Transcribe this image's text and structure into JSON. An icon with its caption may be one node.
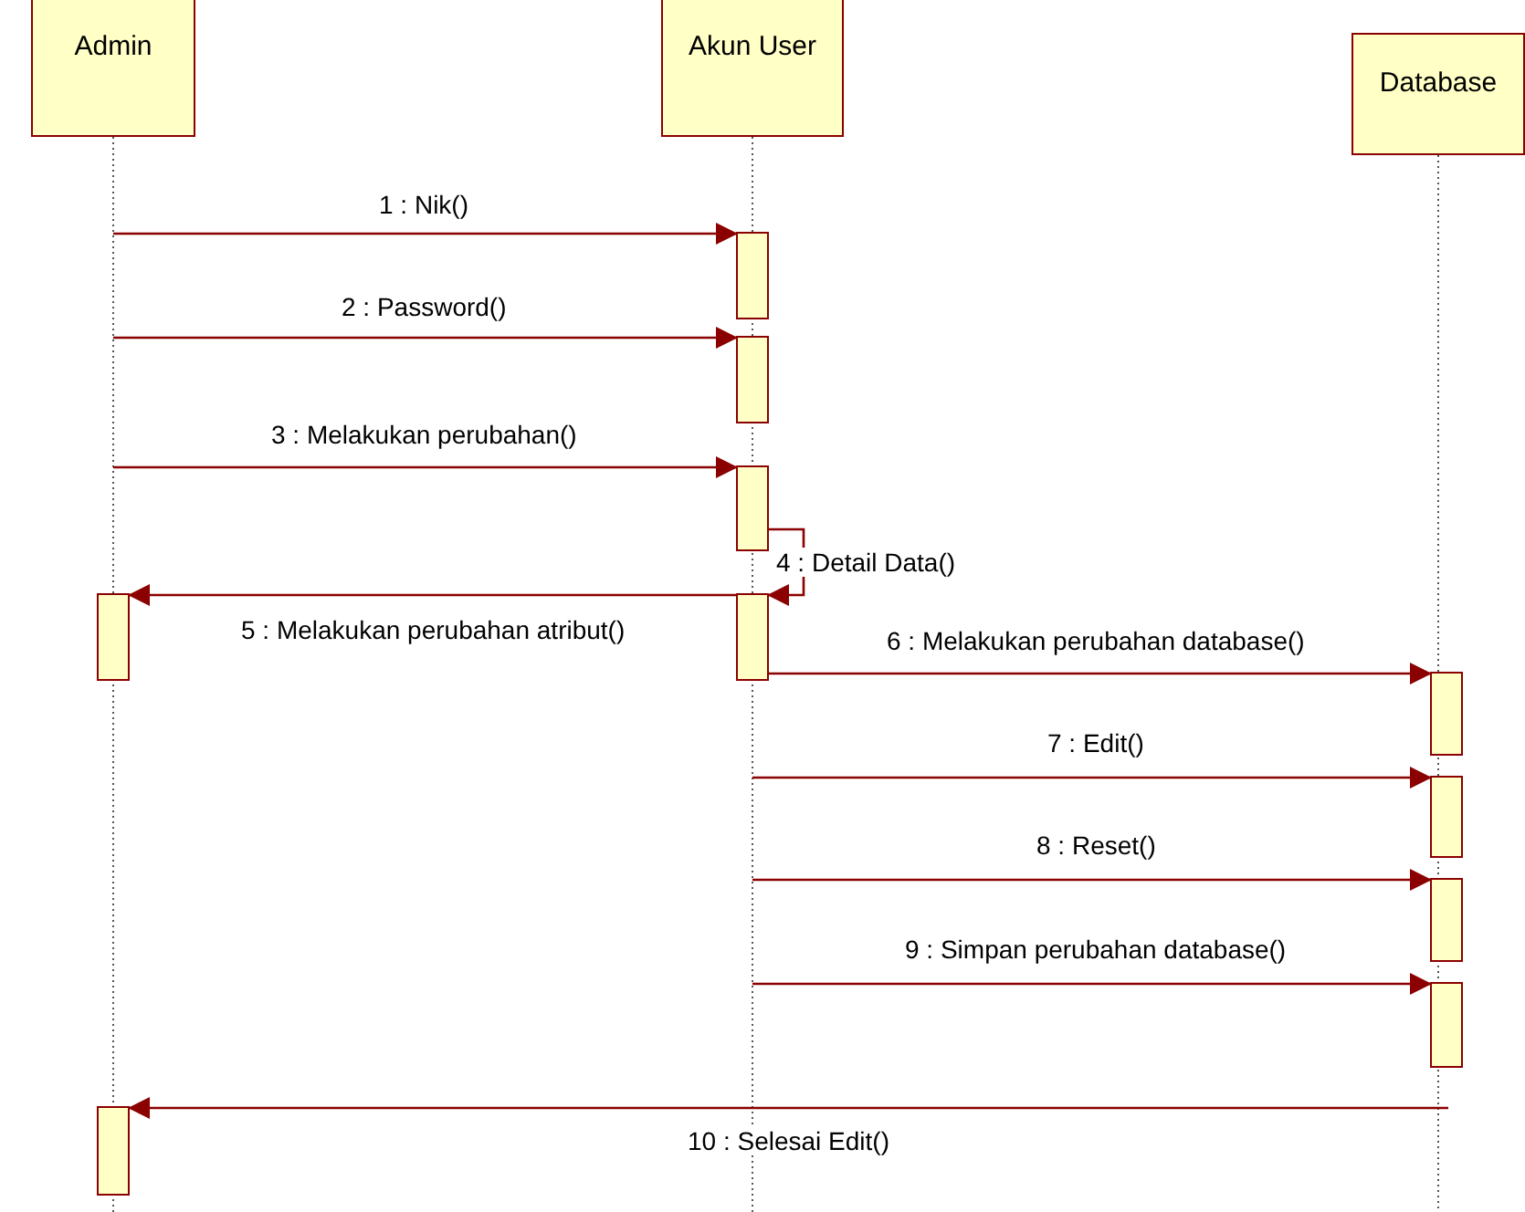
{
  "diagram": {
    "nodes": [
      {
        "text": [
          "Admin"
        ]
      },
      {
        "text": [
          "Akun User"
        ]
      },
      {
        "text": [
          "Database"
        ]
      },
      {
        "text": [],
        "shape": "bar"
      },
      {
        "text": [],
        "shape": "bar"
      },
      {
        "text": [],
        "shape": "bar"
      },
      {
        "text": [],
        "shape": "bar"
      },
      {
        "text": [],
        "shape": "bar"
      },
      {
        "text": [],
        "shape": "bar"
      },
      {
        "text": [],
        "shape": "bar"
      },
      {
        "text": [],
        "shape": "bar"
      },
      {
        "text": [],
        "shape": "bar"
      },
      {
        "text": [],
        "shape": "bar"
      }
    ],
    "edges": [
      {
        "from": null,
        "to": 3,
        "arrow": "to",
        "label": "1 : Nik()"
      },
      {
        "from": null,
        "to": 4,
        "arrow": "to",
        "label": "2 : Password()"
      },
      {
        "from": null,
        "to": 5,
        "arrow": "to",
        "label": "3 : Melakukan perubahan()"
      },
      {
        "from": 5,
        "to": 6,
        "arrow": "to",
        "label": "4 : Detail Data()"
      },
      {
        "from": 6,
        "to": 7,
        "arrow": "to",
        "label": "5 : Melakukan perubahan atribut()"
      },
      {
        "from": 6,
        "to": 9,
        "arrow": "to",
        "label": "6 : Melakukan perubahan database()"
      },
      {
        "from": null,
        "to": 10,
        "arrow": "to",
        "label": "7 : Edit()"
      },
      {
        "from": null,
        "to": 11,
        "arrow": "to",
        "label": "8 : Reset()"
      },
      {
        "from": null,
        "to": 12,
        "arrow": "to",
        "label": "9 : Simpan perubahan database()"
      },
      {
        "from": null,
        "to": 8,
        "arrow": "to",
        "label": "10 : Selesai Edit()"
      }
    ]
  }
}
